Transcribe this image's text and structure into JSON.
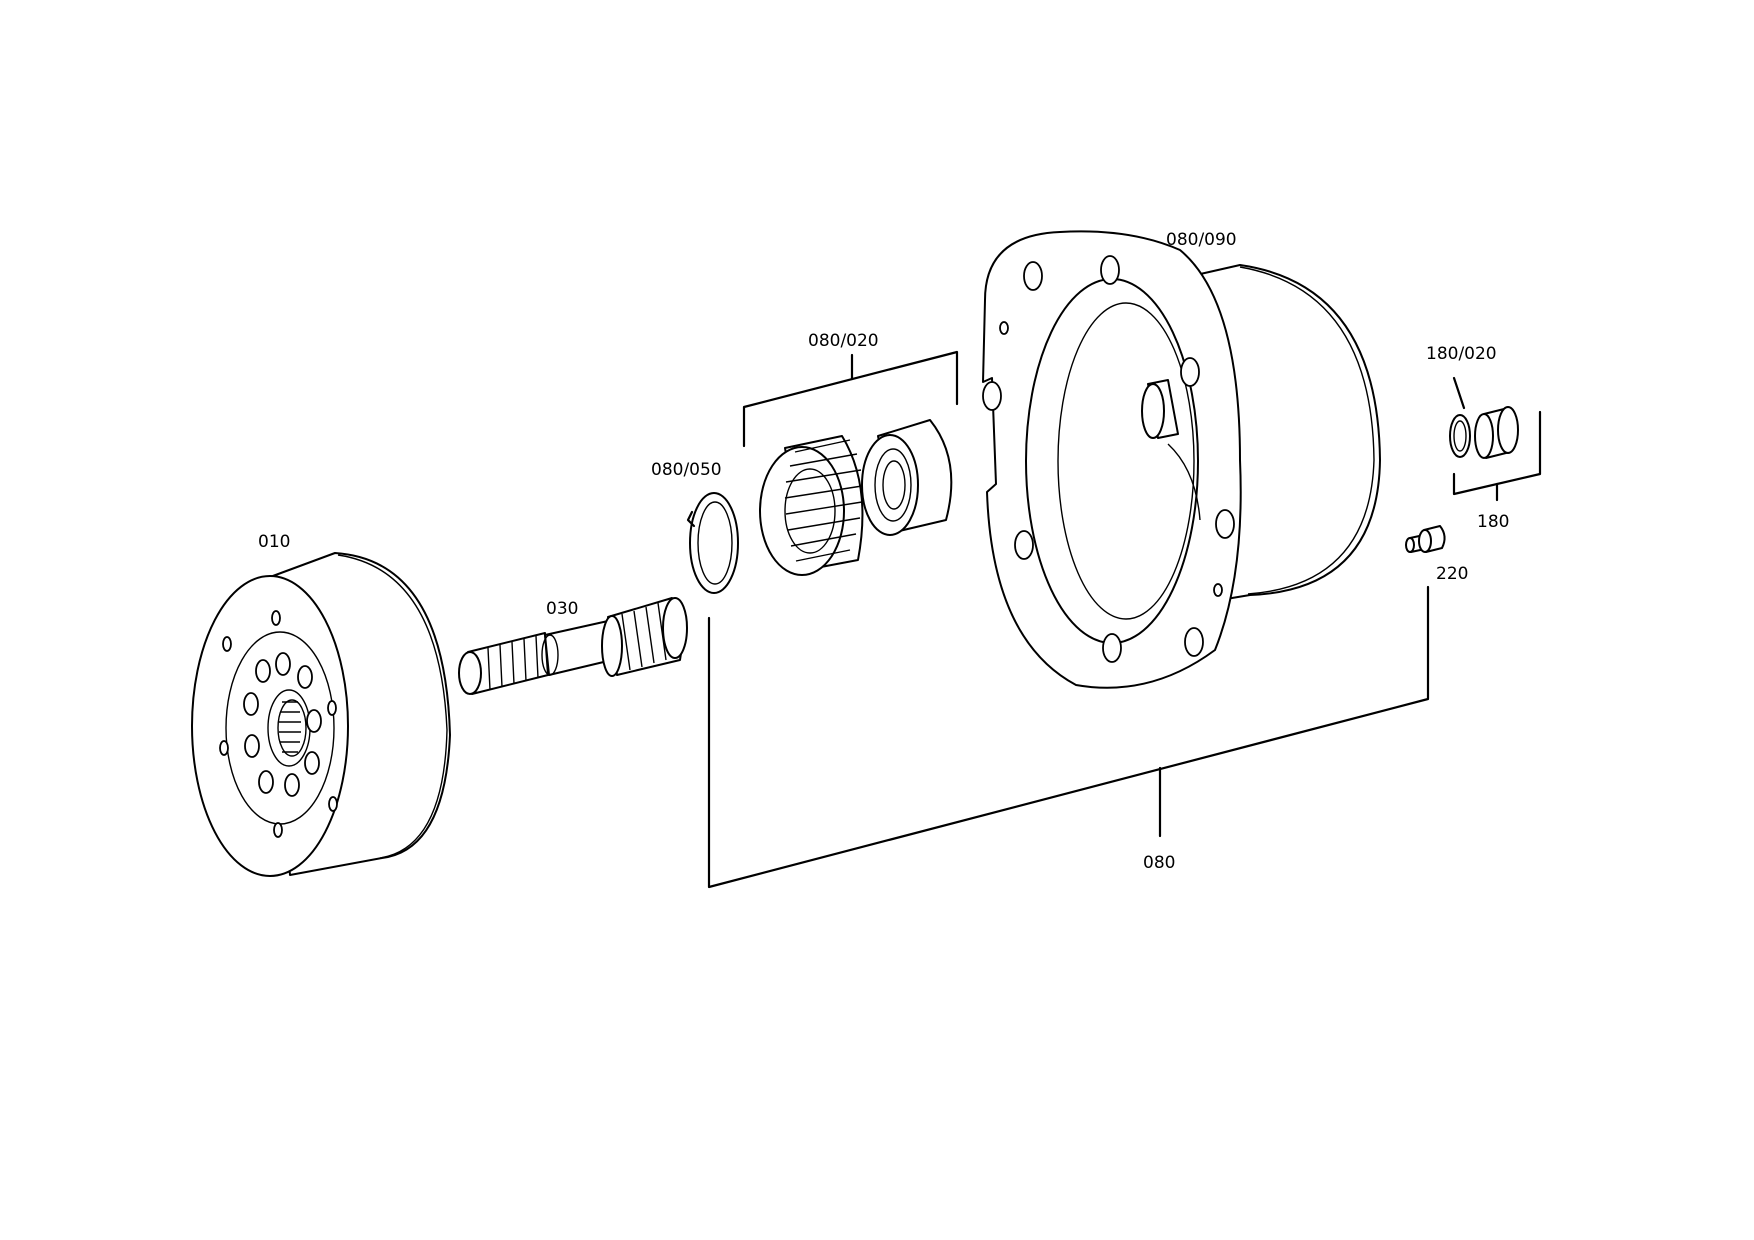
{
  "labels": {
    "p010": "010",
    "p030": "030",
    "p080_050": "080/050",
    "p080_020": "080/020",
    "p080_090": "080/090",
    "p180_020": "180/020",
    "p180": "180",
    "p220": "220",
    "p080": "080"
  }
}
